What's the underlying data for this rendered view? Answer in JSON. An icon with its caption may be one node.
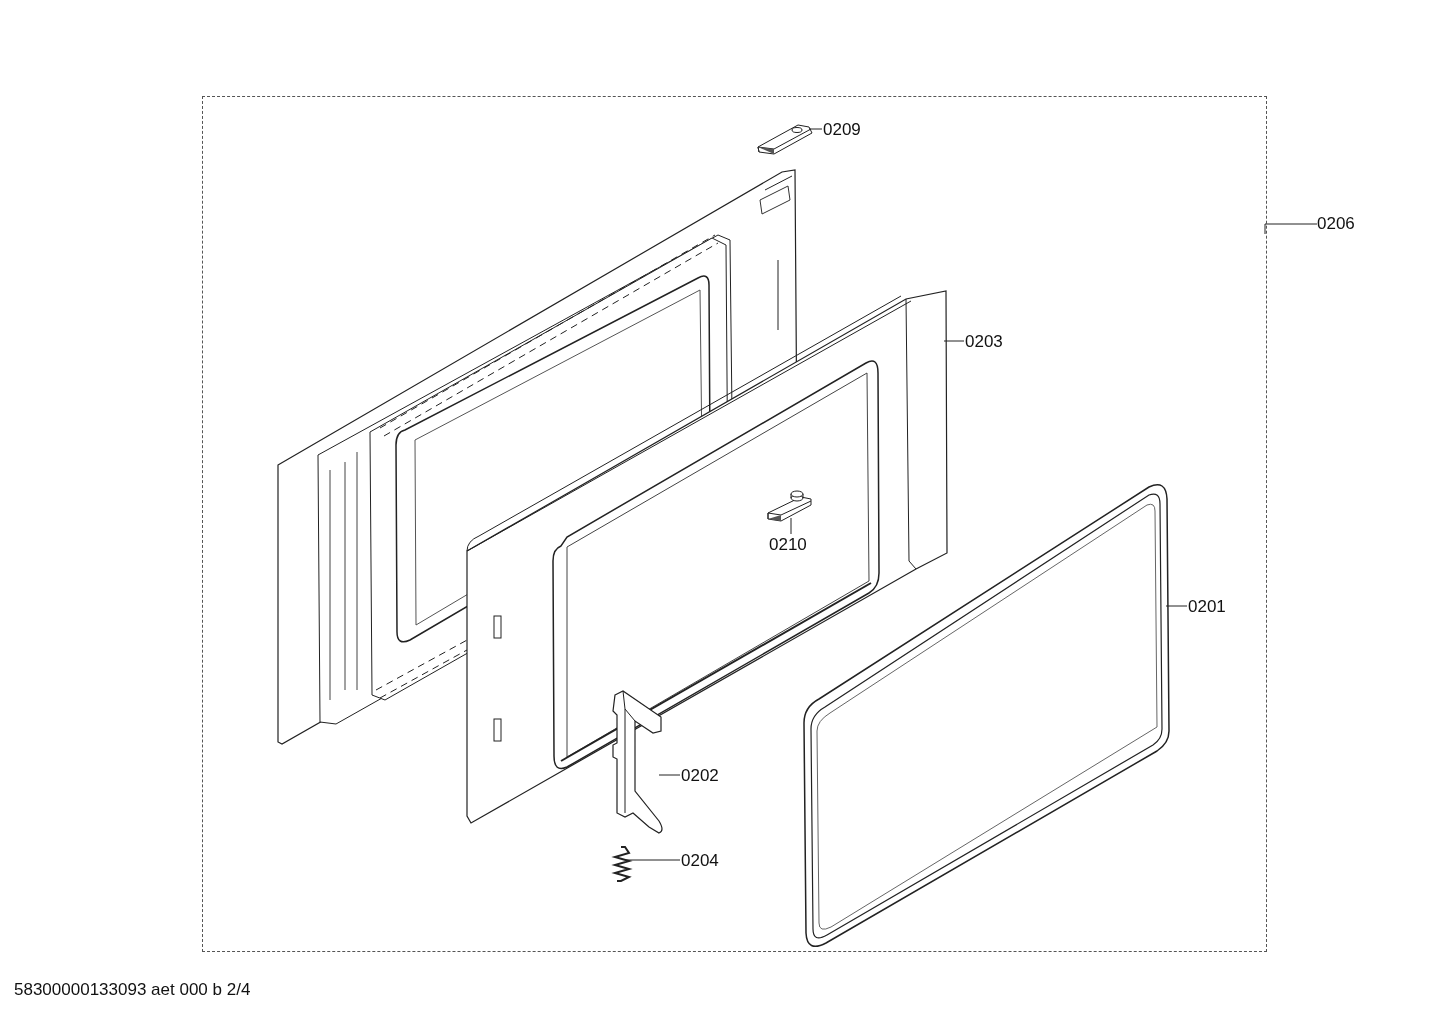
{
  "diagram": {
    "nodes": [
      {
        "text": [],
        "shape": "box"
      },
      {
        "text": [
          "0209"
        ],
        "in": 0
      },
      {
        "text": [],
        "shape": "picture",
        "in": 0
      },
      {
        "text": [
          "0203"
        ],
        "in": 0
      },
      {
        "text": [],
        "shape": "picture",
        "in": 0
      },
      {
        "text": [
          "0210"
        ],
        "in": 4
      },
      {
        "text": [],
        "shape": "picture",
        "in": 4
      },
      {
        "text": [
          "0201"
        ],
        "in": 0
      },
      {
        "text": [],
        "shape": "picture",
        "in": 0
      },
      {
        "text": [
          "0202"
        ],
        "in": 0
      },
      {
        "text": [],
        "shape": "picture",
        "in": 0
      },
      {
        "text": [
          "0204"
        ],
        "in": 0
      },
      {
        "text": [],
        "shape": "picture",
        "in": 0
      },
      {
        "text": [
          "0206"
        ]
      }
    ],
    "edges": [
      {
        "from": 1,
        "to": 2,
        "arrow": "none"
      },
      {
        "from": 3,
        "to": 4,
        "arrow": "none"
      },
      {
        "from": 5,
        "to": 6,
        "arrow": "none"
      },
      {
        "from": 7,
        "to": 8,
        "arrow": "none"
      },
      {
        "from": 9,
        "to": 10,
        "arrow": "none"
      },
      {
        "from": 11,
        "to": 12,
        "arrow": "none"
      },
      {
        "from": 13,
        "to": 0,
        "arrow": "none"
      }
    ],
    "labels": [
      "58300000133093 aet 000 b 2/4"
    ]
  }
}
